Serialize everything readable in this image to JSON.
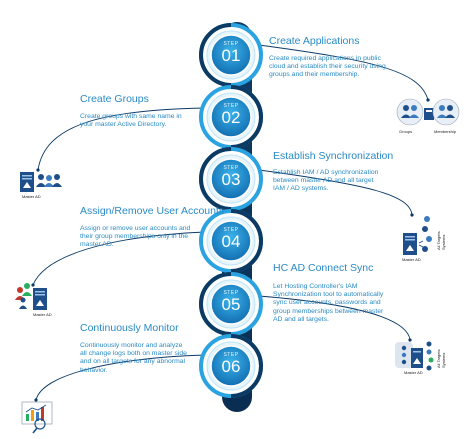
{
  "step_word": "STEP",
  "steps": [
    {
      "num": "01",
      "title": "Create Applications",
      "desc_lines": [
        "Create required applications in public",
        "cloud and establish their security using",
        "groups and their membership."
      ]
    },
    {
      "num": "02",
      "title": "Create Groups",
      "desc_lines": [
        "Create groups with same name in",
        "your master Active Directory."
      ]
    },
    {
      "num": "03",
      "title": "Establish Synchronization",
      "desc_lines": [
        "Establish IAM / AD synchronization",
        "between master AD and all target",
        "IAM / AD systems."
      ]
    },
    {
      "num": "04",
      "title": "Assign/Remove User Accounts",
      "desc_lines": [
        "Assign or remove user accounts and",
        "their group memberships only in the",
        "master AD."
      ]
    },
    {
      "num": "05",
      "title": "HC AD Connect Sync",
      "desc_lines": [
        "Let Hosting Controller's IAM",
        "Synchronization tool to automatically",
        "sync user accounts, passwords and",
        "group memberships between master",
        "AD and all targets."
      ]
    },
    {
      "num": "06",
      "title": "Continuously Monitor",
      "desc_lines": [
        "Continuously monitor and analyze",
        "all change logs both on master side",
        "and on all targets for any abnormal",
        "behavior."
      ]
    }
  ],
  "icon_labels": {
    "groups": "Groups",
    "membership": "Membership",
    "master_ad": "Master AD",
    "all_targets": "All Targets",
    "systems": "Systems"
  },
  "colors": {
    "accent": "#2a8bc6",
    "dark_ring": "#0d3a63",
    "step_fill": "#1c8fd0",
    "connector": "#0c3a66"
  }
}
